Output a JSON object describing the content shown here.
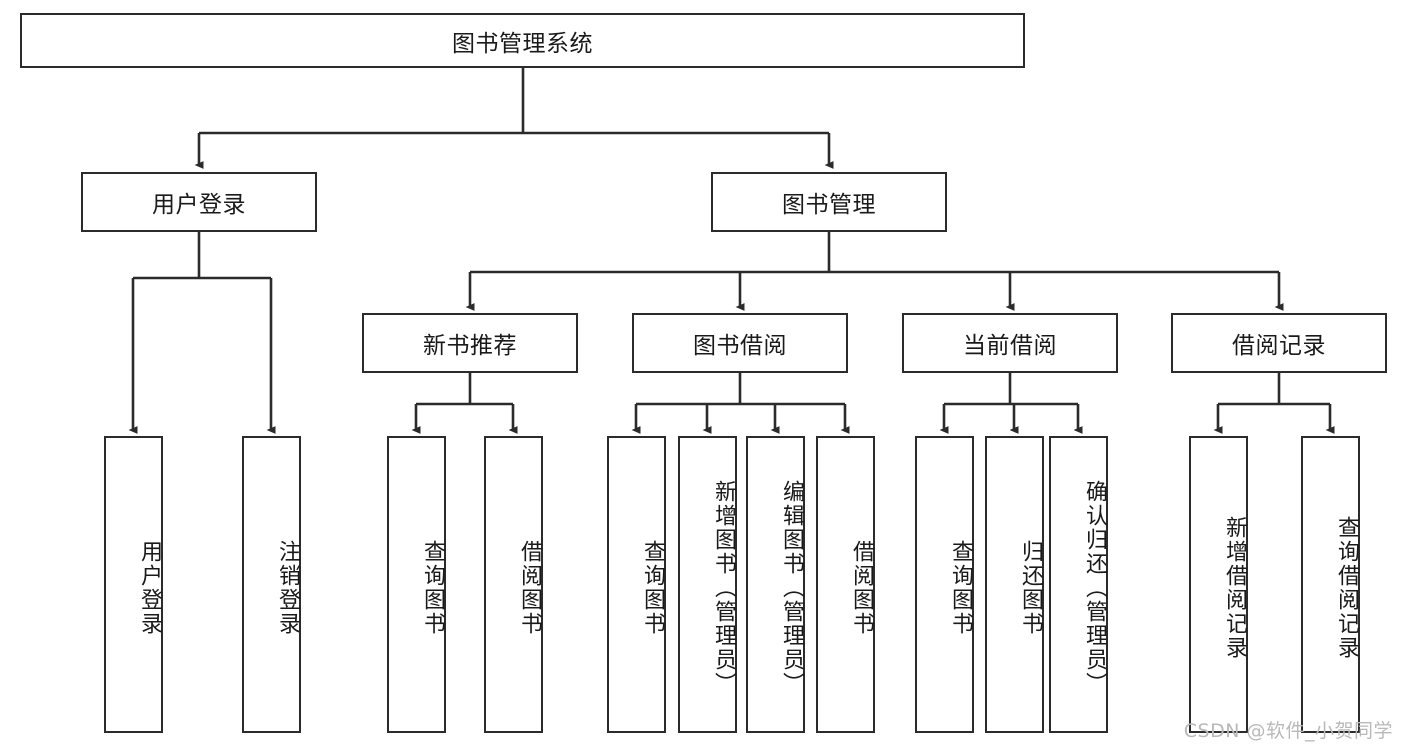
{
  "diagram": {
    "title": "图书管理系统",
    "type": "tree-hierarchy",
    "watermark": "CSDN @软件_小贺同学",
    "colors": {
      "stroke": "#2b2b2b",
      "fill": "#ffffff",
      "text": "#1a1a1a",
      "watermark": "#b9b9b9"
    },
    "root": {
      "label": "图书管理系统"
    },
    "level2": [
      {
        "label": "用户登录"
      },
      {
        "label": "图书管理"
      }
    ],
    "level3": [
      {
        "label": "新书推荐"
      },
      {
        "label": "图书借阅"
      },
      {
        "label": "当前借阅"
      },
      {
        "label": "借阅记录"
      }
    ],
    "leaves_user_login": [
      {
        "label": "用户登录"
      },
      {
        "label": "注销登录"
      }
    ],
    "leaves_new_books": [
      {
        "label": "查询图书"
      },
      {
        "label": "借阅图书"
      }
    ],
    "leaves_borrow": [
      {
        "label": "查询图书"
      },
      {
        "label": "新增图书（管理员）"
      },
      {
        "label": "编辑图书（管理员）"
      },
      {
        "label": "借阅图书"
      }
    ],
    "leaves_current": [
      {
        "label": "查询图书"
      },
      {
        "label": "归还图书"
      },
      {
        "label": "确认归还（管理员）"
      }
    ],
    "leaves_records": [
      {
        "label": "新增借阅记录"
      },
      {
        "label": "查询借阅记录"
      }
    ]
  }
}
